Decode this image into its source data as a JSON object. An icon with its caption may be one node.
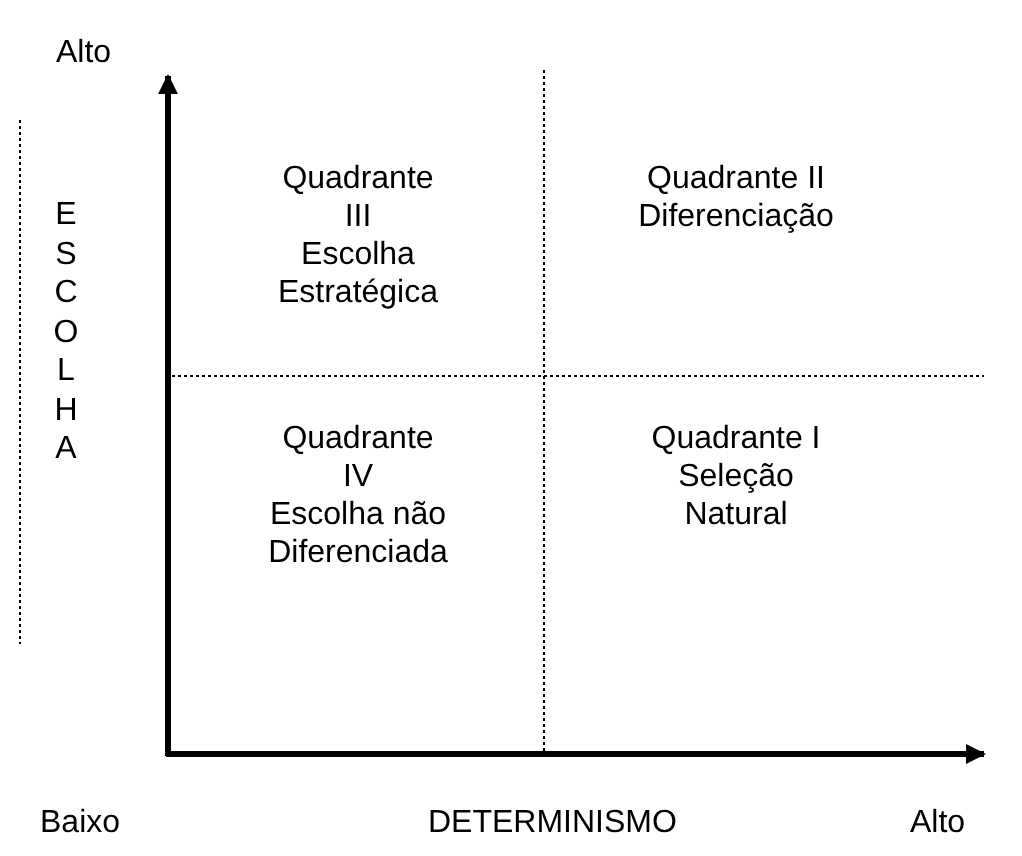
{
  "diagram": {
    "nodes": [
      {
        "text": [
          "Quadrante III",
          "Escolha Estratégica"
        ]
      },
      {
        "text": [
          "Quadrante II",
          "Diferenciação"
        ]
      },
      {
        "text": [
          "Quadrante IV",
          "Escolha não Diferenciada"
        ]
      },
      {
        "text": [
          "Quadrante I",
          "Seleção Natural"
        ]
      }
    ],
    "labels": [
      "Alto",
      "ESCOLHA",
      "Baixo",
      "DETERMINISMO",
      "Alto"
    ]
  }
}
